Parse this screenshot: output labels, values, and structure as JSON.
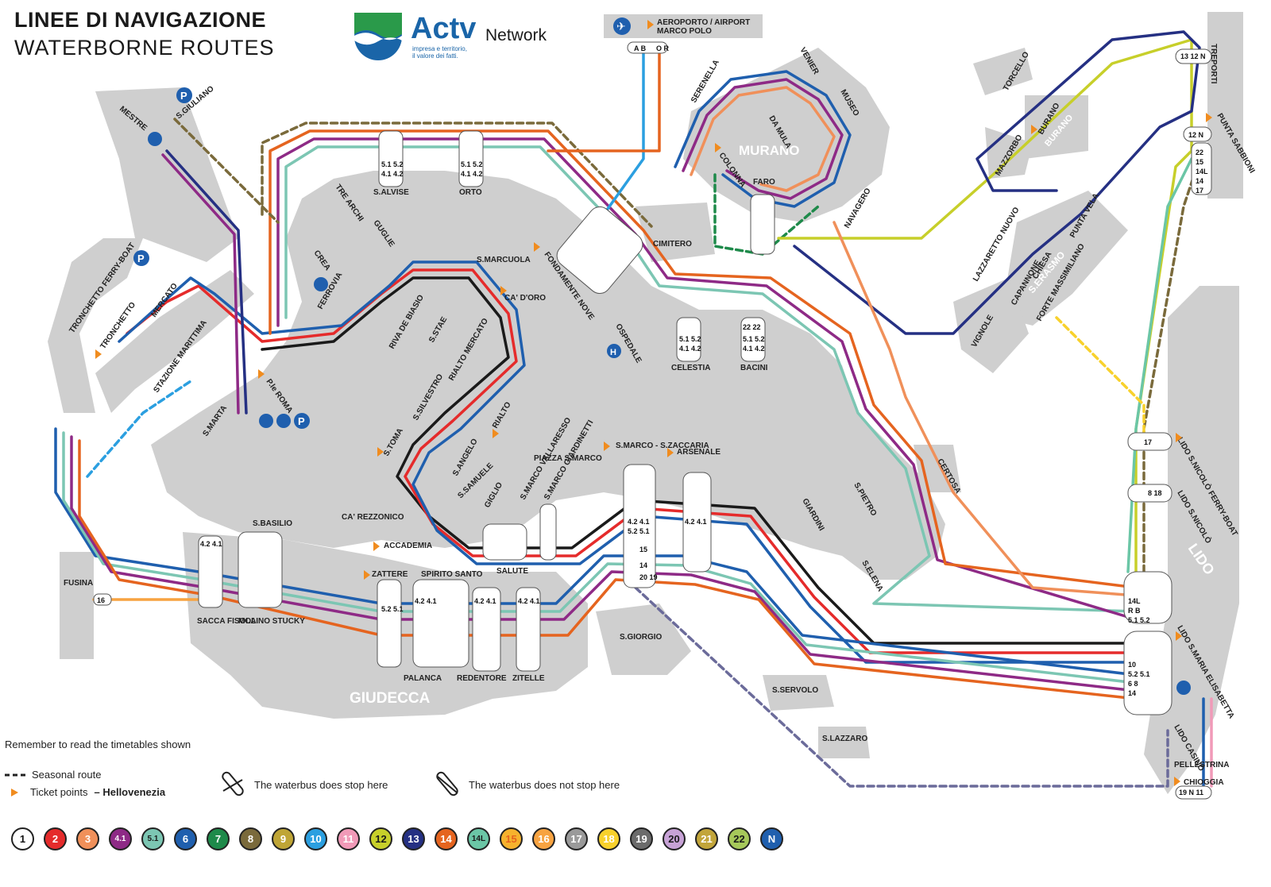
{
  "header": {
    "title": "LINEE DI NAVIGAZIONE",
    "subtitle": "WATERBORNE ROUTES",
    "logo_name": "Actv",
    "logo_tagline_1": "impresa e territorio,",
    "logo_tagline_2": "il valore dei fatti.",
    "network_label": "Network"
  },
  "airport": {
    "label_1": "AEROPORTO / AIRPORT",
    "label_2": "MARCO POLO",
    "lines": "A B  O R"
  },
  "islands": {
    "murano": "MURANO",
    "giudecca": "GIUDECCA",
    "lido": "LIDO",
    "tronchetto": "TRONCHETTO",
    "s_erasmo": "S.ERASMO",
    "burano": "BURANO"
  },
  "stops": [
    {
      "name": "S.GIULIANO"
    },
    {
      "name": "MESTRE"
    },
    {
      "name": "TRONCHETTO FERRY-BOAT"
    },
    {
      "name": "TRONCHETTO"
    },
    {
      "name": "MERCATO"
    },
    {
      "name": "STAZIONE MARITTIMA"
    },
    {
      "name": "S.MARTA"
    },
    {
      "name": "P.le ROMA"
    },
    {
      "name": "FERROVIA"
    },
    {
      "name": "TRE ARCHI"
    },
    {
      "name": "GUGLIE"
    },
    {
      "name": "CREA"
    },
    {
      "name": "S.ALVISE"
    },
    {
      "name": "ORTO"
    },
    {
      "name": "FONDAMENTE NOVE"
    },
    {
      "name": "S.MARCUOLA"
    },
    {
      "name": "CA' D'ORO"
    },
    {
      "name": "RIVA DE BIASIO"
    },
    {
      "name": "S.STAE"
    },
    {
      "name": "RIALTO MERCATO"
    },
    {
      "name": "RIALTO"
    },
    {
      "name": "S.SILVESTRO"
    },
    {
      "name": "S.TOMA"
    },
    {
      "name": "S.ANGELO"
    },
    {
      "name": "S.SAMUELE"
    },
    {
      "name": "CA' REZZONICO"
    },
    {
      "name": "ACCADEMIA"
    },
    {
      "name": "GIGLIO"
    },
    {
      "name": "SALUTE"
    },
    {
      "name": "S.MARCO VALLARESSO"
    },
    {
      "name": "S.MARCO GIARDINETTI"
    },
    {
      "name": "PIAZZA S.MARCO"
    },
    {
      "name": "S.MARCO - S.ZACCARIA"
    },
    {
      "name": "ARSENALE"
    },
    {
      "name": "GIARDINI"
    },
    {
      "name": "S.ELENA"
    },
    {
      "name": "S.PIETRO"
    },
    {
      "name": "CERTOSA"
    },
    {
      "name": "CELESTIA"
    },
    {
      "name": "BACINI"
    },
    {
      "name": "OSPEDALE"
    },
    {
      "name": "CIMITERO"
    },
    {
      "name": "COLONNA"
    },
    {
      "name": "FARO"
    },
    {
      "name": "NAVAGERO"
    },
    {
      "name": "MUSEO"
    },
    {
      "name": "DA MULA"
    },
    {
      "name": "VENIER"
    },
    {
      "name": "SERENELLA"
    },
    {
      "name": "TORCELLO"
    },
    {
      "name": "BURANO"
    },
    {
      "name": "MAZZORBO"
    },
    {
      "name": "TREPORTI"
    },
    {
      "name": "PUNTA SABBIONI"
    },
    {
      "name": "PUNTA VELA"
    },
    {
      "name": "CAPANNONE"
    },
    {
      "name": "CHIESA"
    },
    {
      "name": "FORTE MASSIMILIANO"
    },
    {
      "name": "LAZZARETTO NUOVO"
    },
    {
      "name": "VIGNOLE"
    },
    {
      "name": "LIDO S.NICOLÒ FERRY-BOAT"
    },
    {
      "name": "LIDO S.NICOLÒ"
    },
    {
      "name": "LIDO S.MARIA ELISABETTA"
    },
    {
      "name": "LIDO CASINÒ"
    },
    {
      "name": "PELLESTRINA"
    },
    {
      "name": "CHIOGGIA"
    },
    {
      "name": "S.LAZZARO"
    },
    {
      "name": "S.SERVOLO"
    },
    {
      "name": "S.GIORGIO"
    },
    {
      "name": "ZATTERE"
    },
    {
      "name": "SPIRITO SANTO"
    },
    {
      "name": "PALANCA"
    },
    {
      "name": "REDENTORE"
    },
    {
      "name": "ZITELLE"
    },
    {
      "name": "SACCA FISOLA"
    },
    {
      "name": "MOLINO STUCKY"
    },
    {
      "name": "S.BASILIO"
    },
    {
      "name": "FUSINA"
    }
  ],
  "legend": {
    "note": "Remember to read the timetables shown",
    "seasonal": "Seasonal route",
    "ticket_points": "Ticket points",
    "ticket_points_brand": "– Hellovenezia",
    "stops_here": "The waterbus does stop here",
    "not_stop_here": "The waterbus does not stop here"
  },
  "line_badges": [
    {
      "label": "1",
      "color": "#ffffff",
      "text": "#111111"
    },
    {
      "label": "2",
      "color": "#e52b2b",
      "text": "#ffffff"
    },
    {
      "label": "3",
      "color": "#f0905a",
      "text": "#ffffff"
    },
    {
      "label": "4.1",
      "color": "#8e2a86",
      "text": "#ffffff"
    },
    {
      "label": "5.1",
      "color": "#7cc6b3",
      "text": "#1a1a1a"
    },
    {
      "label": "6",
      "color": "#1f5fae",
      "text": "#ffffff"
    },
    {
      "label": "7",
      "color": "#1e8a4a",
      "text": "#ffffff"
    },
    {
      "label": "8",
      "color": "#7a6a3b",
      "text": "#ffffff"
    },
    {
      "label": "9",
      "color": "#bfa536",
      "text": "#ffffff"
    },
    {
      "label": "10",
      "color": "#2b9fe0",
      "text": "#ffffff"
    },
    {
      "label": "11",
      "color": "#f19ab8",
      "text": "#ffffff"
    },
    {
      "label": "12",
      "color": "#c7cf2a",
      "text": "#1a1a1a"
    },
    {
      "label": "13",
      "color": "#253083",
      "text": "#ffffff"
    },
    {
      "label": "14",
      "color": "#e5641f",
      "text": "#ffffff"
    },
    {
      "label": "14L",
      "color": "#6bc6a6",
      "text": "#1a1a1a"
    },
    {
      "label": "15",
      "color": "#f6b22d",
      "text": "#e5641f"
    },
    {
      "label": "16",
      "color": "#f7a341",
      "text": "#ffffff"
    },
    {
      "label": "17",
      "color": "#9a9a9a",
      "text": "#ffffff"
    },
    {
      "label": "18",
      "color": "#f8d12c",
      "text": "#ffffff"
    },
    {
      "label": "19",
      "color": "#6b6b6b",
      "text": "#ffffff"
    },
    {
      "label": "20",
      "color": "#c7a2d6",
      "text": "#1a1a1a"
    },
    {
      "label": "21",
      "color": "#c2a53a",
      "text": "#ffffff"
    },
    {
      "label": "22",
      "color": "#a6c85a",
      "text": "#1a1a1a"
    },
    {
      "label": "N",
      "color": "#1f5fae",
      "text": "#ffffff"
    }
  ],
  "colors": {
    "land": "#cfcfcf",
    "line_black": "#1a1a1a",
    "line_red": "#e52b2b",
    "line_blue": "#1f5fae",
    "line_teal": "#7cc6b3",
    "line_purple": "#8e2a86",
    "line_orange": "#e5641f",
    "line_brown": "#7a6a3b",
    "line_green": "#1e8a4a",
    "line_yellow": "#c7cf2a",
    "line_salmon": "#f0905a",
    "line_sky": "#2b9fe0",
    "line_navy": "#253083",
    "accent_ticket": "#f08c1f"
  }
}
